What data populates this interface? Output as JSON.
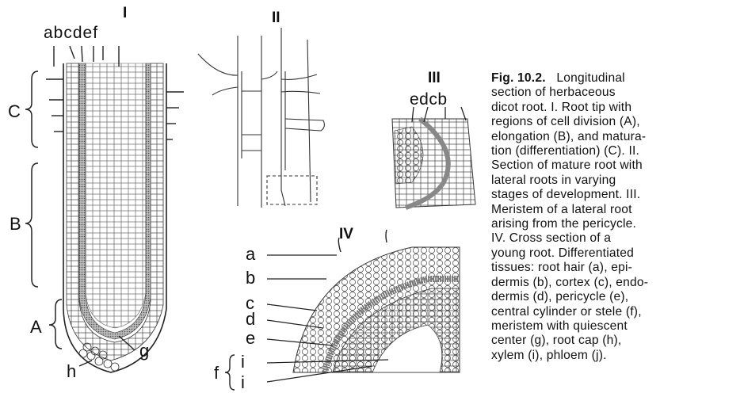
{
  "panels": {
    "p1": "I",
    "p2": "II",
    "p3": "III",
    "p4": "IV"
  },
  "panel1_labels": {
    "top": "abcdef",
    "C": "C",
    "B": "B",
    "A": "A",
    "g": "g",
    "h": "h"
  },
  "panel3_labels": {
    "top": "edcb"
  },
  "panel4_labels": {
    "a": "a",
    "b": "b",
    "c": "c",
    "d": "d",
    "e": "e",
    "f": "f",
    "i": "i",
    "j": "i"
  },
  "caption": {
    "fig_number": "Fig. 10.2.",
    "lines": [
      "Longitudinal",
      "section of herbaceous",
      "dicot root. I. Root tip with",
      "regions of cell division (A),",
      "elongation (B), and matura-",
      "tion (differentiation) (C). II.",
      "Section of mature root with",
      "lateral roots in varying",
      "stages of development. III.",
      "Meristem of a lateral root",
      "arising from the pericycle.",
      "IV. Cross section of a",
      "young root. Differentiated",
      "tissues: root hair (a), epi-",
      "dermis (b), cortex (c), endo-",
      "dermis (d), pericycle (e),",
      "central cylinder or stele (f),",
      "meristem with quiescent",
      "center (g), root cap (h),",
      "xylem (i), phloem (j)."
    ]
  }
}
